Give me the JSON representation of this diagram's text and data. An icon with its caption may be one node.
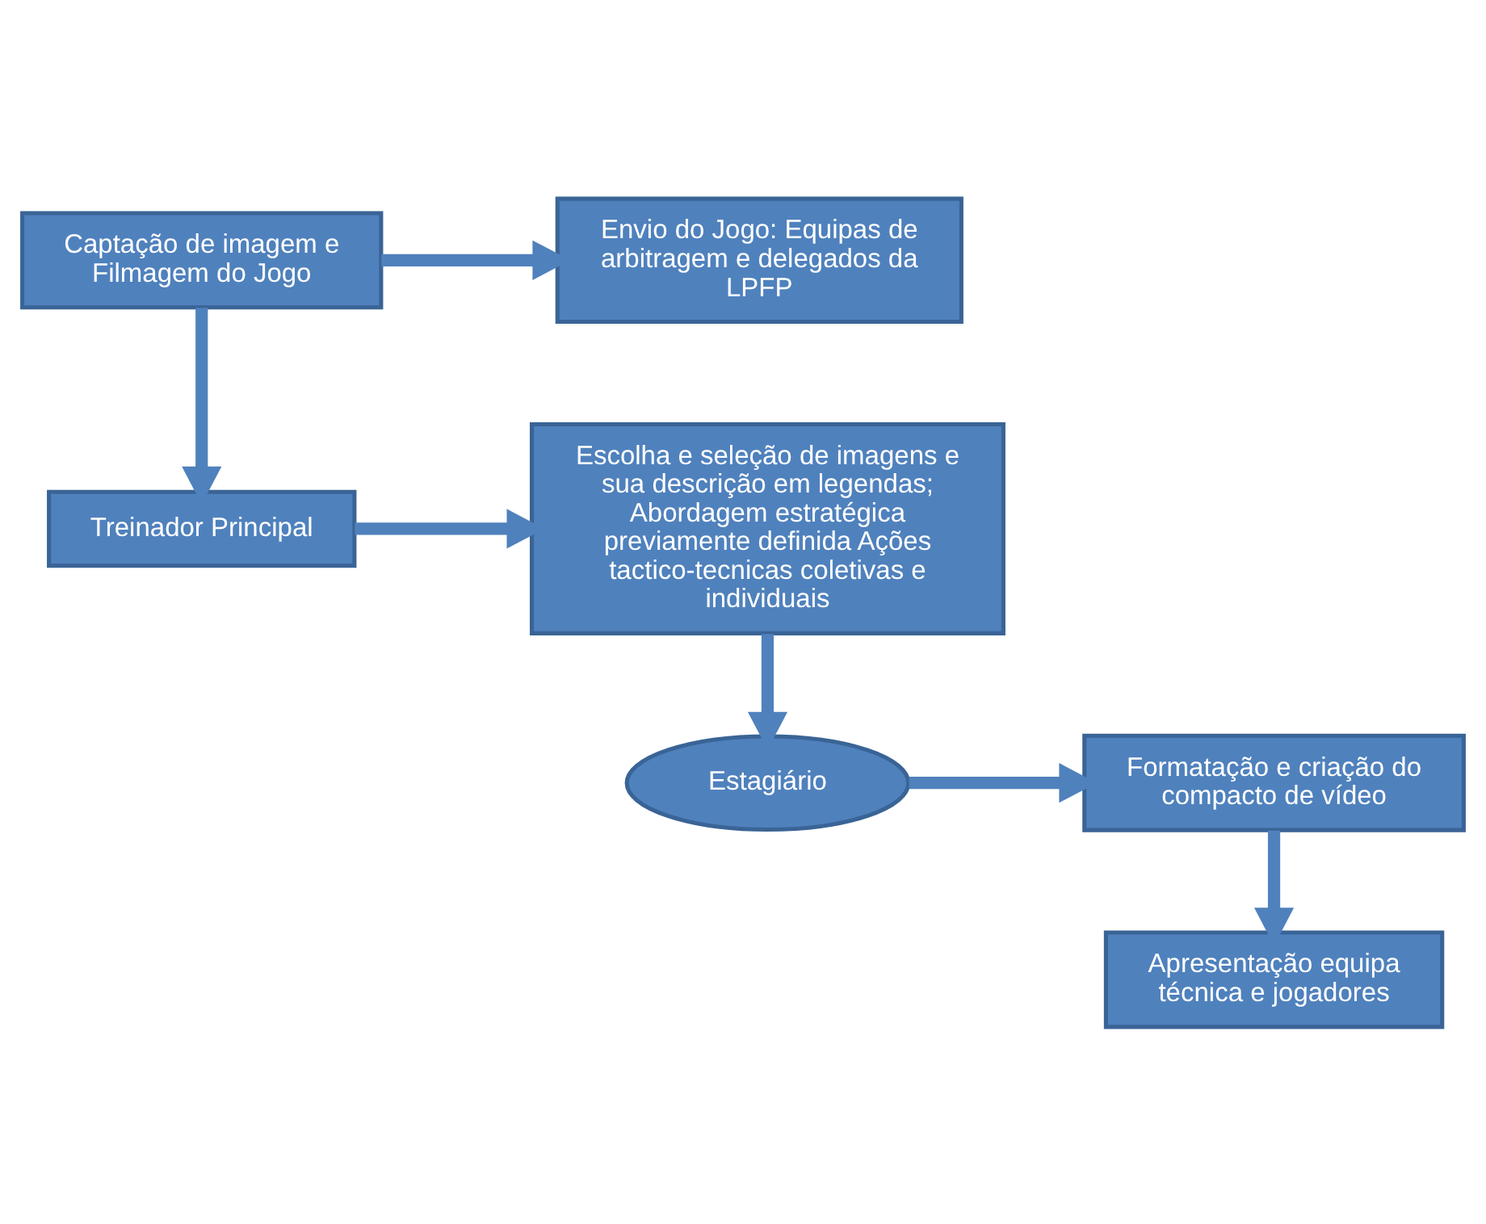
{
  "diagram": {
    "nodes": [
      {
        "text": [
          "Captação de imagem e Filmagem do Jogo"
        ]
      },
      {
        "text": [
          "Envio do Jogo: Equipas de arbitragem e delegados da LPFP"
        ]
      },
      {
        "text": [
          "Treinador Principal"
        ]
      },
      {
        "text": [
          "Escolha e seleção de imagens e sua descrição em legendas; Abordagem estratégica previamente definida Ações tactico-tecnicas coletivas e individuais"
        ]
      },
      {
        "text": [
          "Estagiário"
        ]
      },
      {
        "text": [
          "Formatação e criação do compacto de vídeo"
        ]
      },
      {
        "text": [
          "Apresentação equipa técnica e jogadores"
        ]
      }
    ],
    "edges": [
      {
        "from": 0,
        "to": 1,
        "arrow": "to"
      },
      {
        "from": 0,
        "to": 2,
        "arrow": "to"
      },
      {
        "from": 2,
        "to": 3,
        "arrow": "to"
      },
      {
        "from": 3,
        "to": 4,
        "arrow": "to"
      },
      {
        "from": 4,
        "to": 5,
        "arrow": "to"
      },
      {
        "from": 5,
        "to": 6,
        "arrow": "to"
      }
    ]
  }
}
